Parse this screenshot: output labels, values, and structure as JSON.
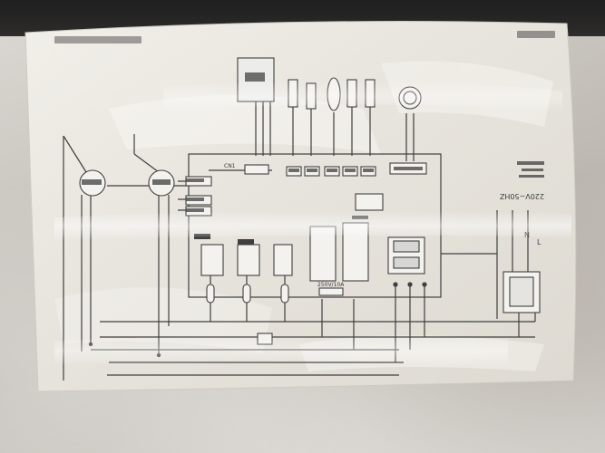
{
  "photo": {
    "subject": "",
    "colors": {
      "paper": "#ebe8e1",
      "ink": "#3a3a3a",
      "background_dark": "#262524",
      "marble": "#c9c5bf"
    }
  },
  "labels": {
    "voltage": "220V~50HZ",
    "fuse": "250V/10A",
    "terminal_l": "L",
    "terminal_n": "N",
    "chip": "CN1"
  }
}
